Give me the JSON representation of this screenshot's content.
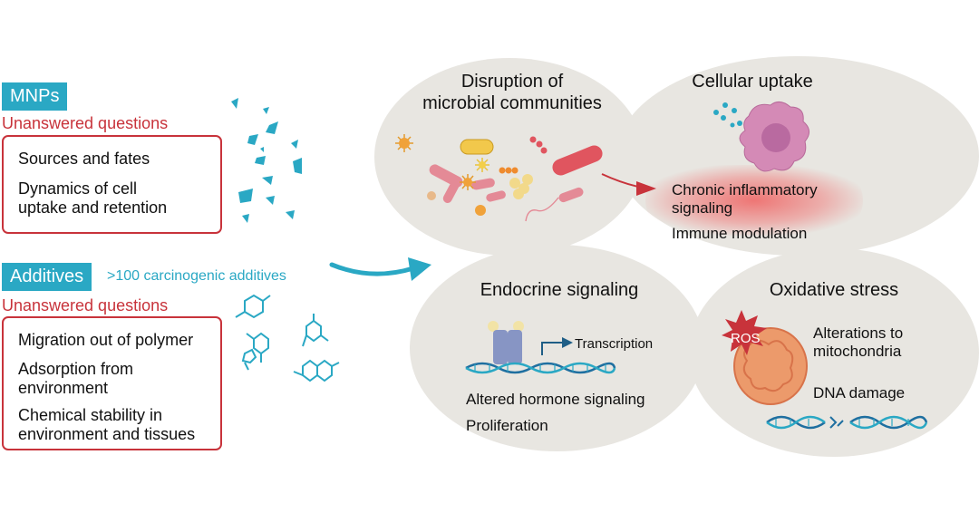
{
  "mnps": {
    "tag": "MNPs",
    "unanswered": "Unanswered questions",
    "questions": [
      "Sources and fates",
      "Dynamics of cell\nuptake and retention"
    ]
  },
  "additives": {
    "tag": "Additives",
    "note": ">100 carcinogenic additives",
    "unanswered": "Unanswered questions",
    "questions": [
      "Migration out of polymer",
      "Adsorption from\nenvironment",
      "Chemical stability in\nenvironment and tissues"
    ]
  },
  "effects": {
    "microbial": {
      "title": "Disruption of\nmicrobial communities"
    },
    "cellular": {
      "title": "Cellular uptake",
      "items": [
        "Chronic inflammatory\nsignaling",
        "Immune modulation"
      ]
    },
    "endocrine": {
      "title": "Endocrine signaling",
      "transcription": "Transcription",
      "items": [
        "Altered hormone signaling",
        "Proliferation"
      ]
    },
    "oxidative": {
      "title": "Oxidative stress",
      "ros": "ROS",
      "items": [
        "Alterations to\nmitochondria",
        "DNA damage"
      ]
    }
  },
  "colors": {
    "accent": "#2aa8c4",
    "question_red": "#c8333b",
    "ellipse": "#e8e6e1",
    "glow": "#f06b6b"
  }
}
